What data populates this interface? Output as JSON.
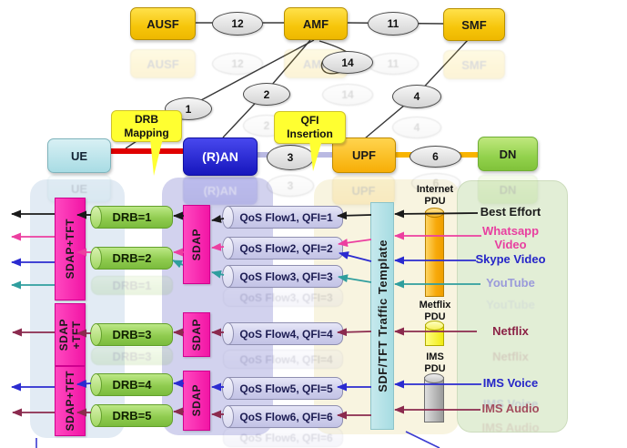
{
  "nodes": {
    "ausf": "AUSF",
    "amf": "AMF",
    "smf": "SMF",
    "ue": "UE",
    "ran": "(R)AN",
    "upf": "UPF",
    "dn": "DN"
  },
  "interfaces": {
    "i12": "12",
    "i11": "11",
    "i14": "14",
    "i1": "1",
    "i2": "2",
    "i3": "3",
    "i4": "4",
    "i6": "6"
  },
  "callouts": {
    "drb_mapping": "DRB\nMapping",
    "qfi_insertion": "QFI\nInsertion"
  },
  "left_stacks": [
    "SDAP+TFT",
    "SDAP\n+TFT",
    "SDAP+TFT"
  ],
  "sdap_label": "SDAP",
  "drbs": [
    "DRB=1",
    "DRB=2",
    "DRB=3",
    "DRB=4",
    "DRB=5"
  ],
  "qos_flows": [
    "QoS Flow1, QFI=1",
    "QoS Flow2, QFI=2",
    "QoS Flow3, QFI=3",
    "QoS Flow4, QFI=4",
    "QoS Flow5, QFI=5",
    "QoS Flow6, QFI=6"
  ],
  "traffic_template": "SDF/TFT Traffic Template",
  "pdus": [
    {
      "label": "Internet\nPDU"
    },
    {
      "label": "Metflix\nPDU"
    },
    {
      "label": "IMS\nPDU"
    }
  ],
  "services": [
    {
      "label": "Best Effort",
      "color": "#1a1a1a"
    },
    {
      "label": "Whatsapp\nVideo",
      "color": "#e83fa0"
    },
    {
      "label": "Skype Video",
      "color": "#2626c8"
    },
    {
      "label": "YouTube",
      "color": "#9a9ada"
    },
    {
      "label": "Netflix",
      "color": "#8b2246"
    },
    {
      "label": "IMS Voice",
      "color": "#2626c8"
    },
    {
      "label": "IMS Audio",
      "color": "#a34d5e"
    }
  ],
  "colors": {
    "arrow_black": "#1a1a1a",
    "arrow_pink": "#ec3fa0",
    "arrow_blue": "#2b2bd0",
    "arrow_teal": "#2f9e9e",
    "arrow_maroon": "#8b2a4e",
    "nf_yellow": "#f6c50a",
    "ran_blue": "#2020cc",
    "ue_cyan": "#a8dce4",
    "dn_green": "#92d14c",
    "magenta": "#ff2bb8",
    "drb_green": "#8cc84e",
    "qos_lavender": "#d4d4ee",
    "template_cyan": "#b6e2e6",
    "red_link": "#e00000",
    "lavender_link": "#b9b9e2",
    "orange_link": "#f8b400"
  }
}
